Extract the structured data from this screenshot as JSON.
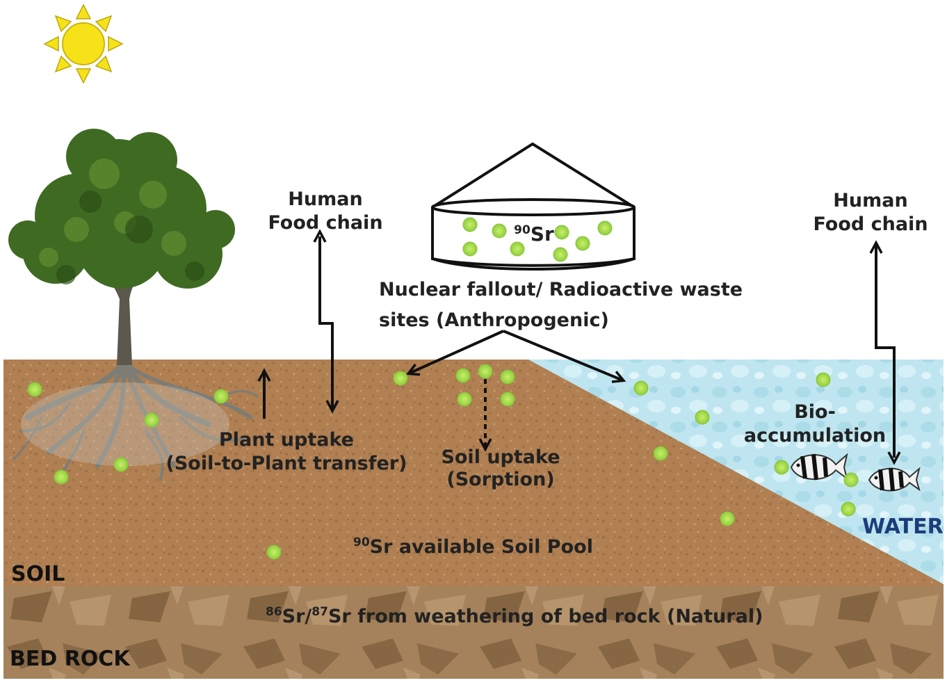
{
  "labels": {
    "food_chain_left_line1": "Human",
    "food_chain_left_line2": "Food chain",
    "food_chain_right_line1": "Human",
    "food_chain_right_line2": "Food chain",
    "source_isotope_mass": "90",
    "source_isotope_symbol": "Sr",
    "source_line1": "Nuclear fallout/ Radioactive waste",
    "source_line2": "sites (Anthropogenic)",
    "plant_uptake_line1": "Plant uptake",
    "plant_uptake_line2": "(Soil-to-Plant transfer)",
    "soil_uptake_line1": "Soil uptake",
    "soil_uptake_line2": "(Sorption)",
    "bioaccumulation_line1": "Bio-",
    "bioaccumulation_line2": "accumulation",
    "pool_isotope_mass": "90",
    "pool_text": "Sr available Soil Pool",
    "bedrock_isotope1_mass": "86",
    "bedrock_isotope1_symbol": "Sr/",
    "bedrock_isotope2_mass": "87",
    "bedrock_text": "Sr from weathering of bed rock (Natural)",
    "soil_layer": "SOIL",
    "bedrock_layer": "BED ROCK",
    "water_layer": "WATER"
  },
  "colors": {
    "soil": "#b07f52",
    "soil_dark": "#8e6236",
    "bedrock": "#a5825b",
    "bedrock_dark": "#7f5f3e",
    "water": "#bfe6f0",
    "particle": "#9ed84a",
    "sun": "#f7e21a",
    "foliage": "#3f6a22",
    "roots": "#7d7d75"
  },
  "icons": [
    "sun-icon",
    "tree-icon",
    "fish-icon",
    "waste-container-icon",
    "sr90-particle-icon"
  ]
}
